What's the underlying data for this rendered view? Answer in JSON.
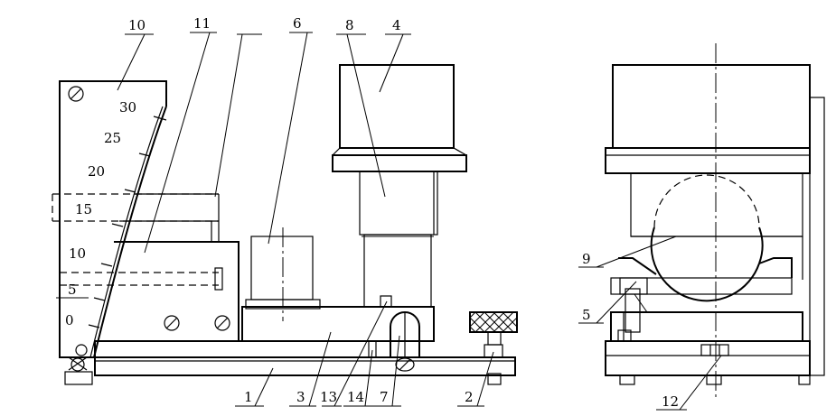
{
  "callouts": {
    "c1": "1",
    "c2": "2",
    "c3": "3",
    "c4": "4",
    "c5_left": "5",
    "c6": "6",
    "c7": "7",
    "c8": "8",
    "c9": "9",
    "c10": "10",
    "c11": "11",
    "c12": "12",
    "c13": "13",
    "c14": "14",
    "c5_right": "5"
  },
  "scale": [
    "30",
    "25",
    "20",
    "15",
    "10",
    "5",
    "0"
  ]
}
